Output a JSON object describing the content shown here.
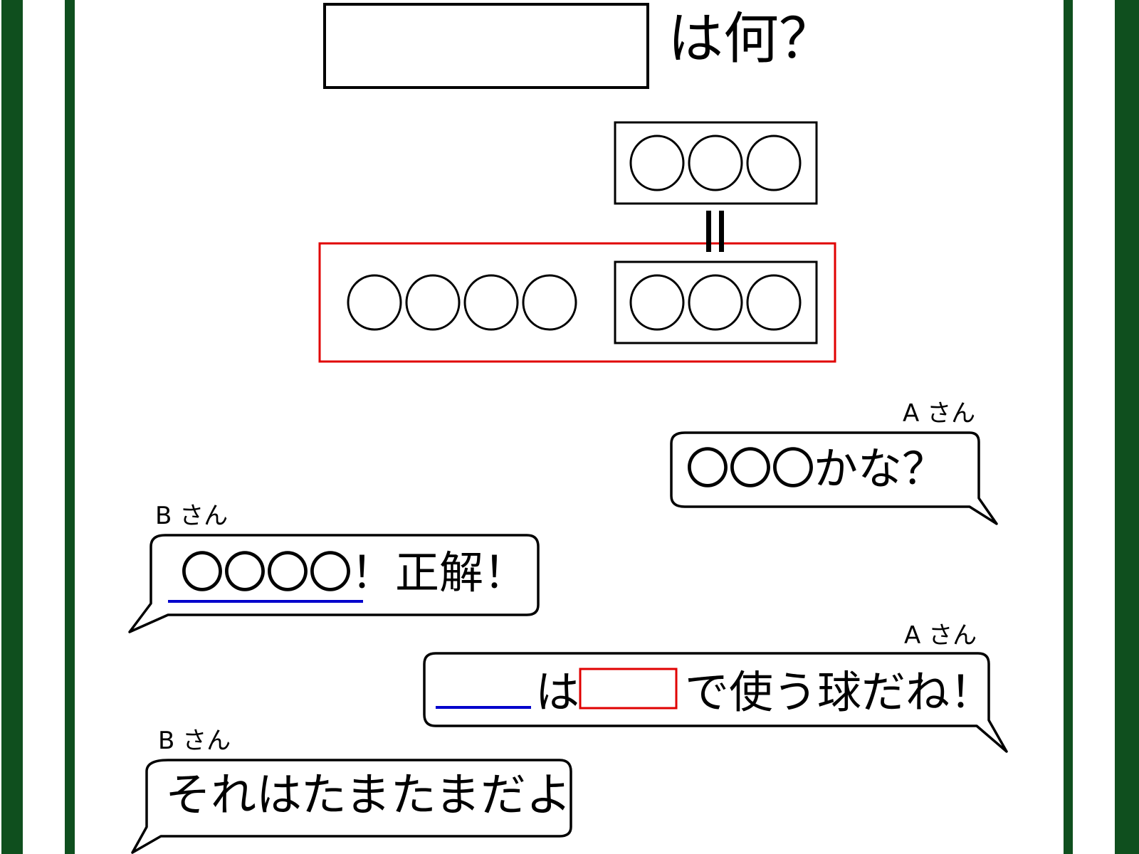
{
  "colors": {
    "border_green": "#0f4f1e",
    "highlight_red": "#e00000",
    "underline_blue": "#0000cc",
    "ink": "#000000"
  },
  "question": {
    "answer_box": "",
    "suffix": "は何？"
  },
  "diagram": {
    "top_group": {
      "circle_count": 3,
      "label": "〇〇〇"
    },
    "equals_sign": "=",
    "bottom_group": {
      "left_circle_count": 4,
      "inner_circle_count": 3
    }
  },
  "dialogue": [
    {
      "speaker": "A さん",
      "side": "right",
      "circles": "〇〇〇",
      "text": "かな？"
    },
    {
      "speaker": "B さん",
      "side": "left",
      "circles": "〇〇〇〇",
      "text": "！正解！",
      "underline_color": "blue"
    },
    {
      "speaker": "A さん",
      "side": "right",
      "blank_blue": "",
      "text_1": "は",
      "blank_red": "",
      "text_2": "で使う球だね！"
    },
    {
      "speaker": "B さん",
      "side": "left",
      "text": "それはたまたまだよ"
    }
  ]
}
